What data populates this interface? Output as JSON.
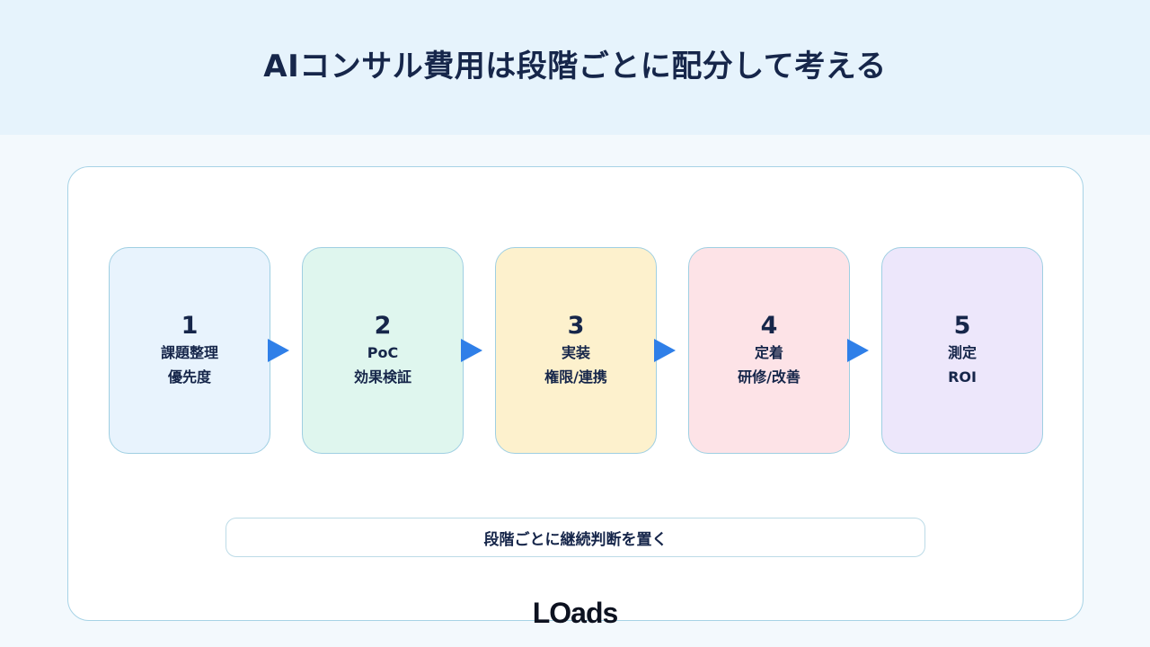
{
  "header": {
    "title": "AIコンサル費用は段階ごとに配分して考える"
  },
  "steps": [
    {
      "num": "1",
      "line1": "課題整理",
      "line2": "優先度",
      "color": "#e8f3fd"
    },
    {
      "num": "2",
      "line1": "PoC",
      "line2": "効果検証",
      "color": "#dff6ee"
    },
    {
      "num": "3",
      "line1": "実装",
      "line2": "権限/連携",
      "color": "#fdf1cd"
    },
    {
      "num": "4",
      "line1": "定着",
      "line2": "研修/改善",
      "color": "#fde3e7"
    },
    {
      "num": "5",
      "line1": "測定",
      "line2": "ROI",
      "color": "#ede7fb"
    }
  ],
  "note": {
    "text": "段階ごとに継続判断を置く"
  },
  "logo": {
    "text": "LOads"
  },
  "colors": {
    "arrow": "#2f7fe8",
    "header_bg": "#e6f3fc",
    "border": "#a7d3e6"
  }
}
